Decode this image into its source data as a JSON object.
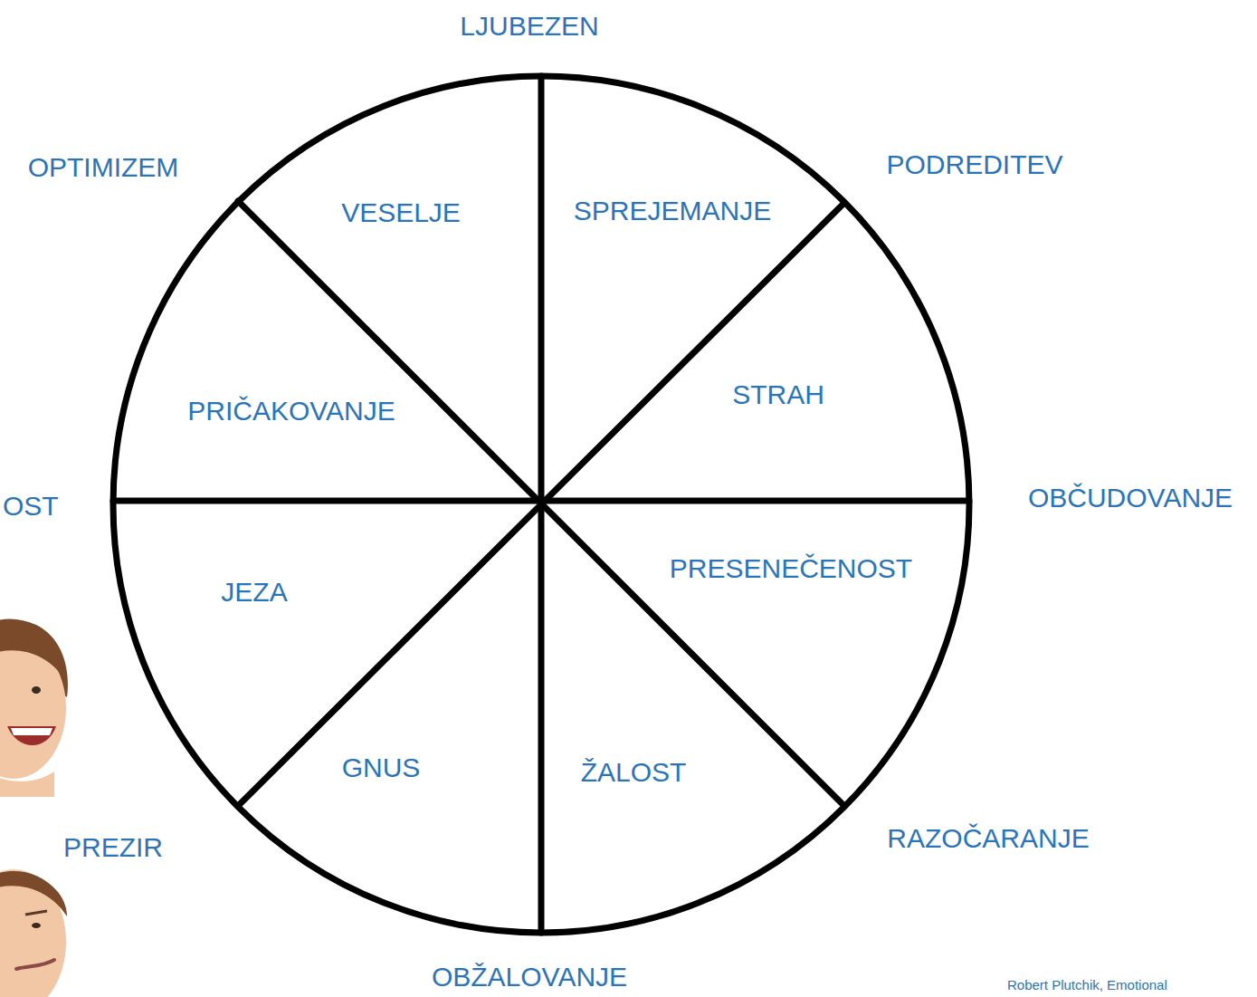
{
  "diagram": {
    "labels": [
      "LJUBEZEN",
      "OPTIMIZEM",
      "PODREDITEV",
      "VESELJE",
      "SPREJEMANJE",
      "PRIČAKOVANJE",
      "STRAH",
      "OST",
      "OBČUDOVANJE",
      "JEZA",
      "PRESENEČENOST",
      "PREZIR",
      "GNUS",
      "ŽALOST",
      "RAZOČARANJE",
      "OBŽALOVANJE",
      "Robert Plutchik, Emotional"
    ]
  }
}
